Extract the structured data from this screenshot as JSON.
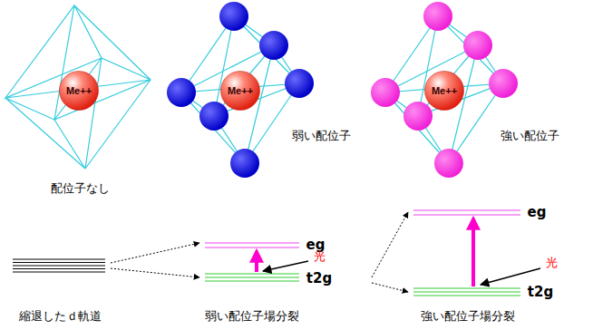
{
  "diagram": {
    "nodes": [
      {
        "text": [
          "Me++"
        ]
      },
      {
        "text": [
          "Me++"
        ]
      },
      {
        "text": [
          "Me++"
        ]
      }
    ],
    "labels": [
      "配位子なし",
      "弱い配位子",
      "強い配位子",
      "eg",
      "光",
      "t2g",
      "eg",
      "光",
      "t2g",
      "縮退したｄ軌道",
      "弱い配位子場分裂",
      "強い配位子場分裂"
    ]
  }
}
